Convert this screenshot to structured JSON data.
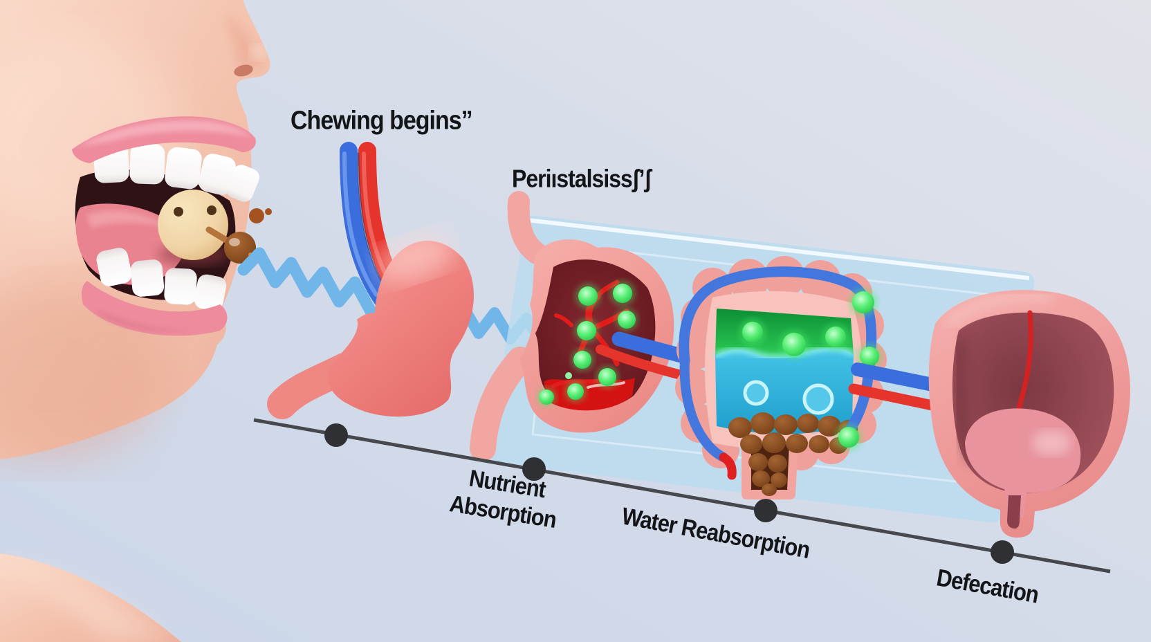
{
  "labels": {
    "chewing": "Chewing begins”",
    "peristalsis": "Periıstalsissʃʼʃ",
    "nutrient_line1": "Nutrient",
    "nutrient_line2": "Absorption",
    "water": "Water Reabsorption",
    "defecation": "Defecation"
  },
  "timeline": {
    "dot_count": 4,
    "stages": [
      "Chewing begins”",
      "Periıstalsissʃʼʃ",
      "Nutrient Absorption",
      "Water Reabsorption",
      "Defecation"
    ]
  },
  "colors": {
    "background_left": "#C8D4E9",
    "background_right": "#E0E2E8",
    "skin": "#F3C1AC",
    "lips": "#EE8C9D",
    "teeth": "#FFFFFF",
    "tongue": "#E8838F",
    "stomach_pink": "#EF8380",
    "organ_wall_pink": "#F2A09C",
    "vein_blue": "#3A6EDC",
    "artery_red": "#E5342C",
    "peristalsis_wave_blue": "#70B6E9",
    "nutrient_green": "#3FE55F",
    "stomach_interior_maroon": "#6B1A21",
    "acid_red": "#D51212",
    "water_cyan": "#2EB3E0",
    "waste_brown": "#8F4F26",
    "glass_panel_blue": "#B9DCEF",
    "timeline_line": "#46484D",
    "timeline_dot": "#2E3033",
    "label_text": "#131519"
  },
  "illustration_elements": [
    "mouth-chewing",
    "food-bolus",
    "peristalsis-wave",
    "esophagus-vessels",
    "stomach",
    "stomach-cutaway",
    "large-intestine-cutaway",
    "waste-pellets",
    "rectum-cutaway",
    "glass-panel",
    "timeline"
  ]
}
